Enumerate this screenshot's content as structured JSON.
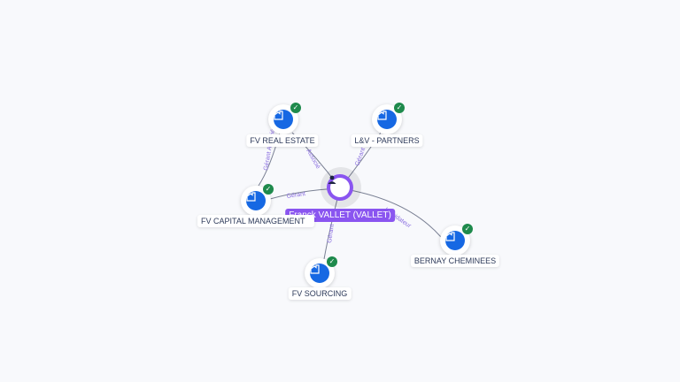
{
  "center": {
    "name": "Franck VALLET (VALLET)",
    "icon": "person-icon",
    "color": "#8a55f0"
  },
  "companies": [
    {
      "name": "FV REAL ESTATE",
      "icon": "building-icon",
      "verified": true
    },
    {
      "name": "L&V - PARTNERS",
      "icon": "building-icon",
      "verified": true
    },
    {
      "name": "FV CAPITAL MANAGEMENT",
      "icon": "building-icon",
      "verified": true
    },
    {
      "name": "FV SOURCING",
      "icon": "building-icon",
      "verified": true
    },
    {
      "name": "BERNAY CHEMINEES",
      "icon": "building-icon",
      "verified": true
    }
  ],
  "edges": [
    {
      "label": "Associé"
    },
    {
      "label": "Gérant"
    },
    {
      "label": "Gérant"
    },
    {
      "label": "Gérant"
    },
    {
      "label": "Liquidateur"
    },
    {
      "label": "Gérant Associé"
    }
  ]
}
